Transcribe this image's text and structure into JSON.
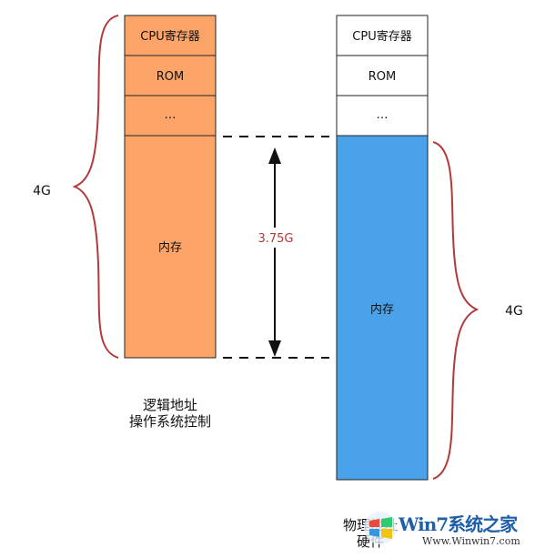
{
  "left_stack": {
    "segments": [
      "CPU寄存器",
      "ROM",
      "…",
      "内存"
    ],
    "fill": "#fda468",
    "size_label": "4G",
    "caption_lines": [
      "逻辑地址",
      "操作系统控制"
    ]
  },
  "right_stack": {
    "segments": [
      "CPU寄存器",
      "ROM",
      "…",
      "内存"
    ],
    "fill": "#ffffff",
    "memory_fill": "#4aa3ea",
    "size_label": "4G",
    "caption_lines": [
      "物理地址",
      "硬件"
    ]
  },
  "span_label": "3.75G",
  "colors": {
    "brace": "#b23a3a",
    "span_label": "#b23a3a",
    "stroke": "#222222"
  },
  "watermark": {
    "title": "Win7系统之家",
    "url": "Www.Winwin7.com"
  }
}
